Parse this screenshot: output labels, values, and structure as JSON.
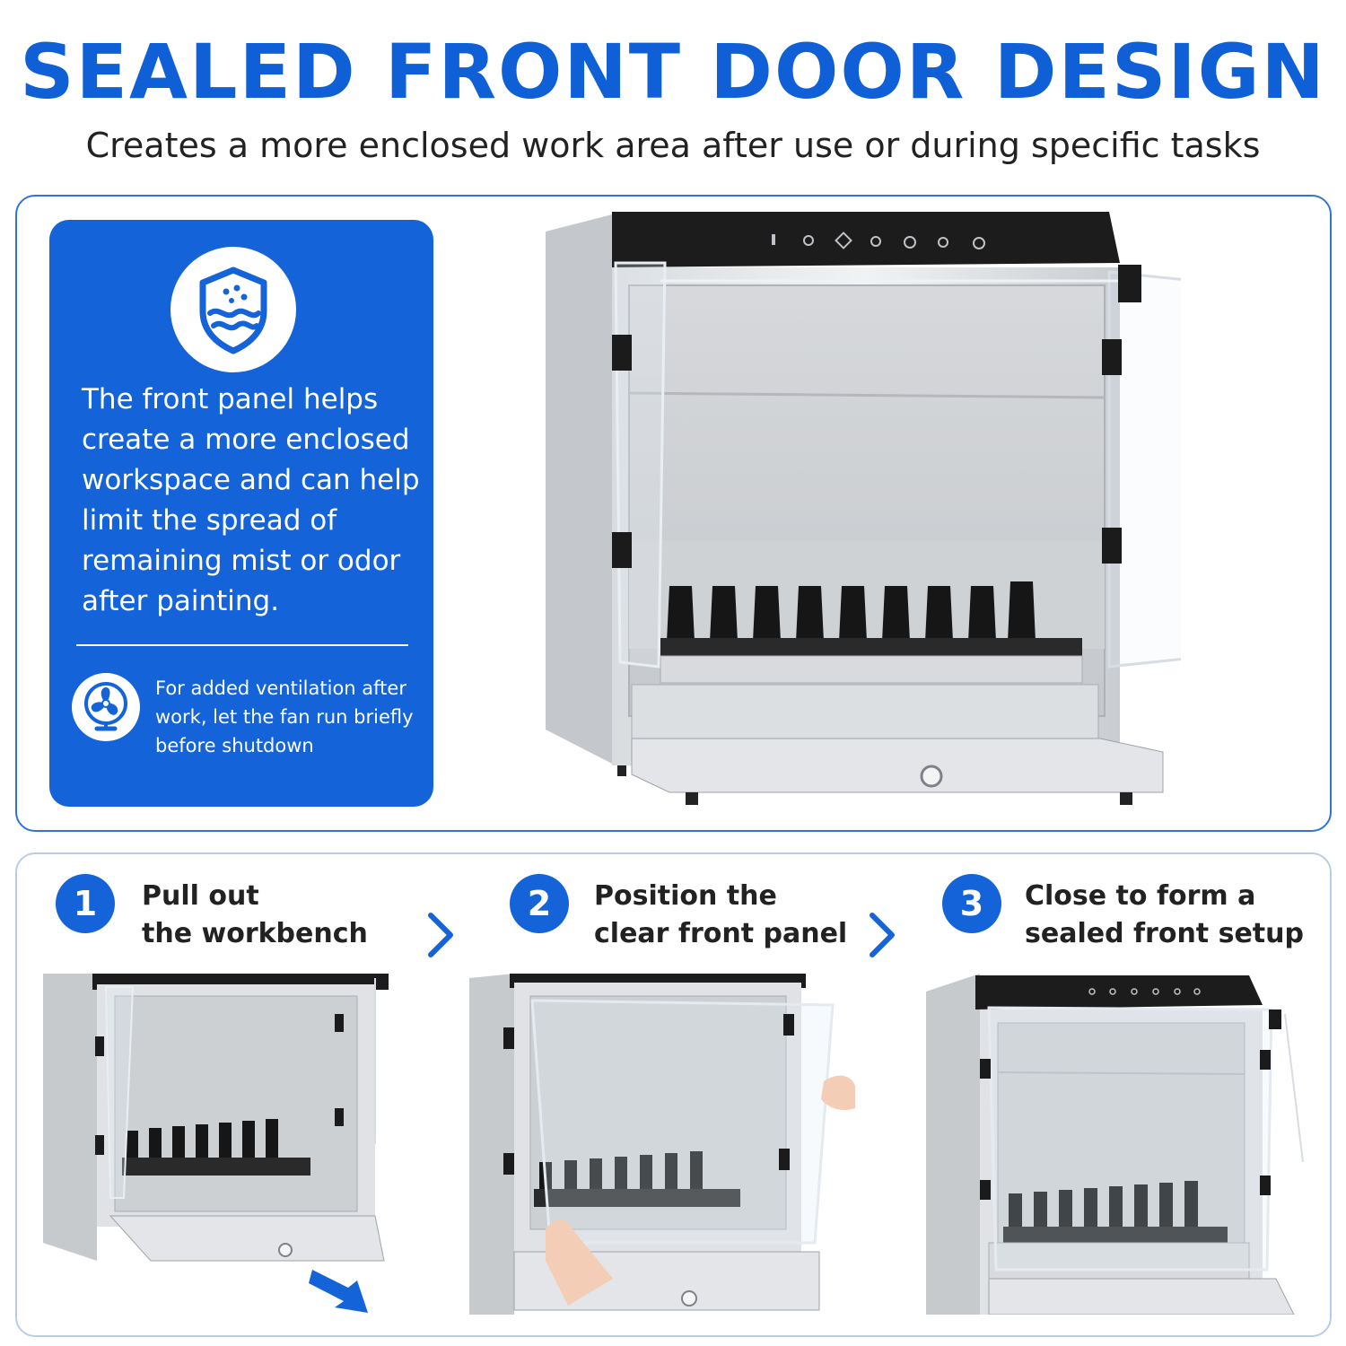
{
  "header": {
    "title": "SEALED FRONT DOOR DESIGN",
    "subtitle": "Creates a more enclosed work area after use or during specific tasks"
  },
  "info_card": {
    "badge_icon": "shield-mist-icon",
    "main_text": "The front panel helps create a more enclosed workspace and can help limit the spread of remaining mist or odor after painting.",
    "tip_icon": "fan-icon",
    "tip_text": "For added ventilation after work, let the fan run briefly before shutdown"
  },
  "steps": [
    {
      "number": "1",
      "label_line1": "Pull out",
      "label_line2": "the workbench"
    },
    {
      "number": "2",
      "label_line1": "Position the",
      "label_line2": "clear front panel"
    },
    {
      "number": "3",
      "label_line1": "Close to form a",
      "label_line2": "sealed front setup"
    }
  ],
  "colors": {
    "accent": "#1463d8",
    "headline": "#0f5fd6",
    "panel_border": "#2f74d9"
  }
}
